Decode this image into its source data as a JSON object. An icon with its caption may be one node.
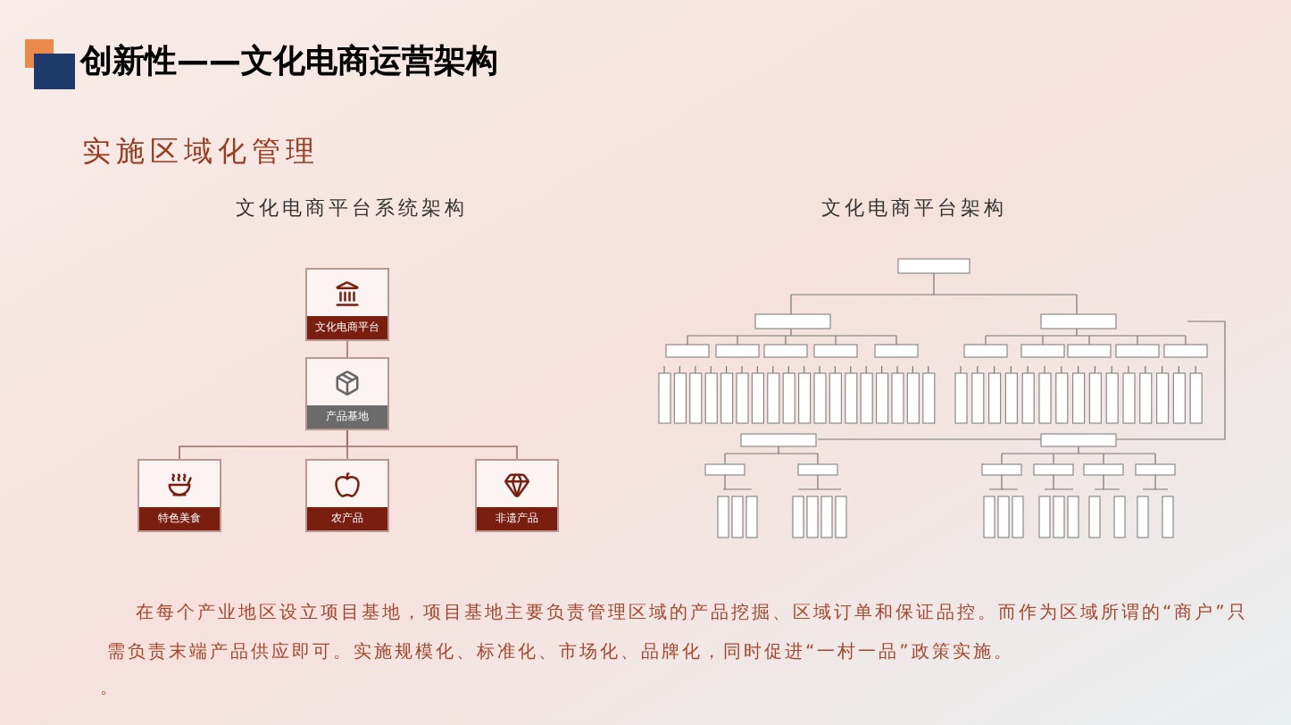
{
  "diagram": {
    "title": "创新性——文化电商运营架构",
    "nodes": [
      {
        "text": [
          "文化电商平台"
        ]
      },
      {
        "text": [
          "产品基地"
        ]
      },
      {
        "text": [
          "特色美食"
        ]
      },
      {
        "text": [
          "农产品"
        ]
      },
      {
        "text": [
          "非遗产品"
        ]
      }
    ],
    "edges": [
      {
        "from": 0,
        "to": 1,
        "arrow": "none"
      },
      {
        "from": 1,
        "to": 2,
        "arrow": "none"
      },
      {
        "from": 1,
        "to": 3,
        "arrow": "none"
      },
      {
        "from": 1,
        "to": 4,
        "arrow": "none"
      }
    ],
    "labels": [
      "实施区域化管理",
      "文化电商平台系统架构",
      "文化电商平台架构",
      "在每个产业地区设立项目基地，项目基地主要负责管理区域的产品挖掘、区域订单和保证品控。而作为区域所谓的“商户”只需负责末端产品供应即可。实施规模化、标准化、市场化、品牌化，同时促进“一村一品”政策实施。",
      "。"
    ]
  }
}
